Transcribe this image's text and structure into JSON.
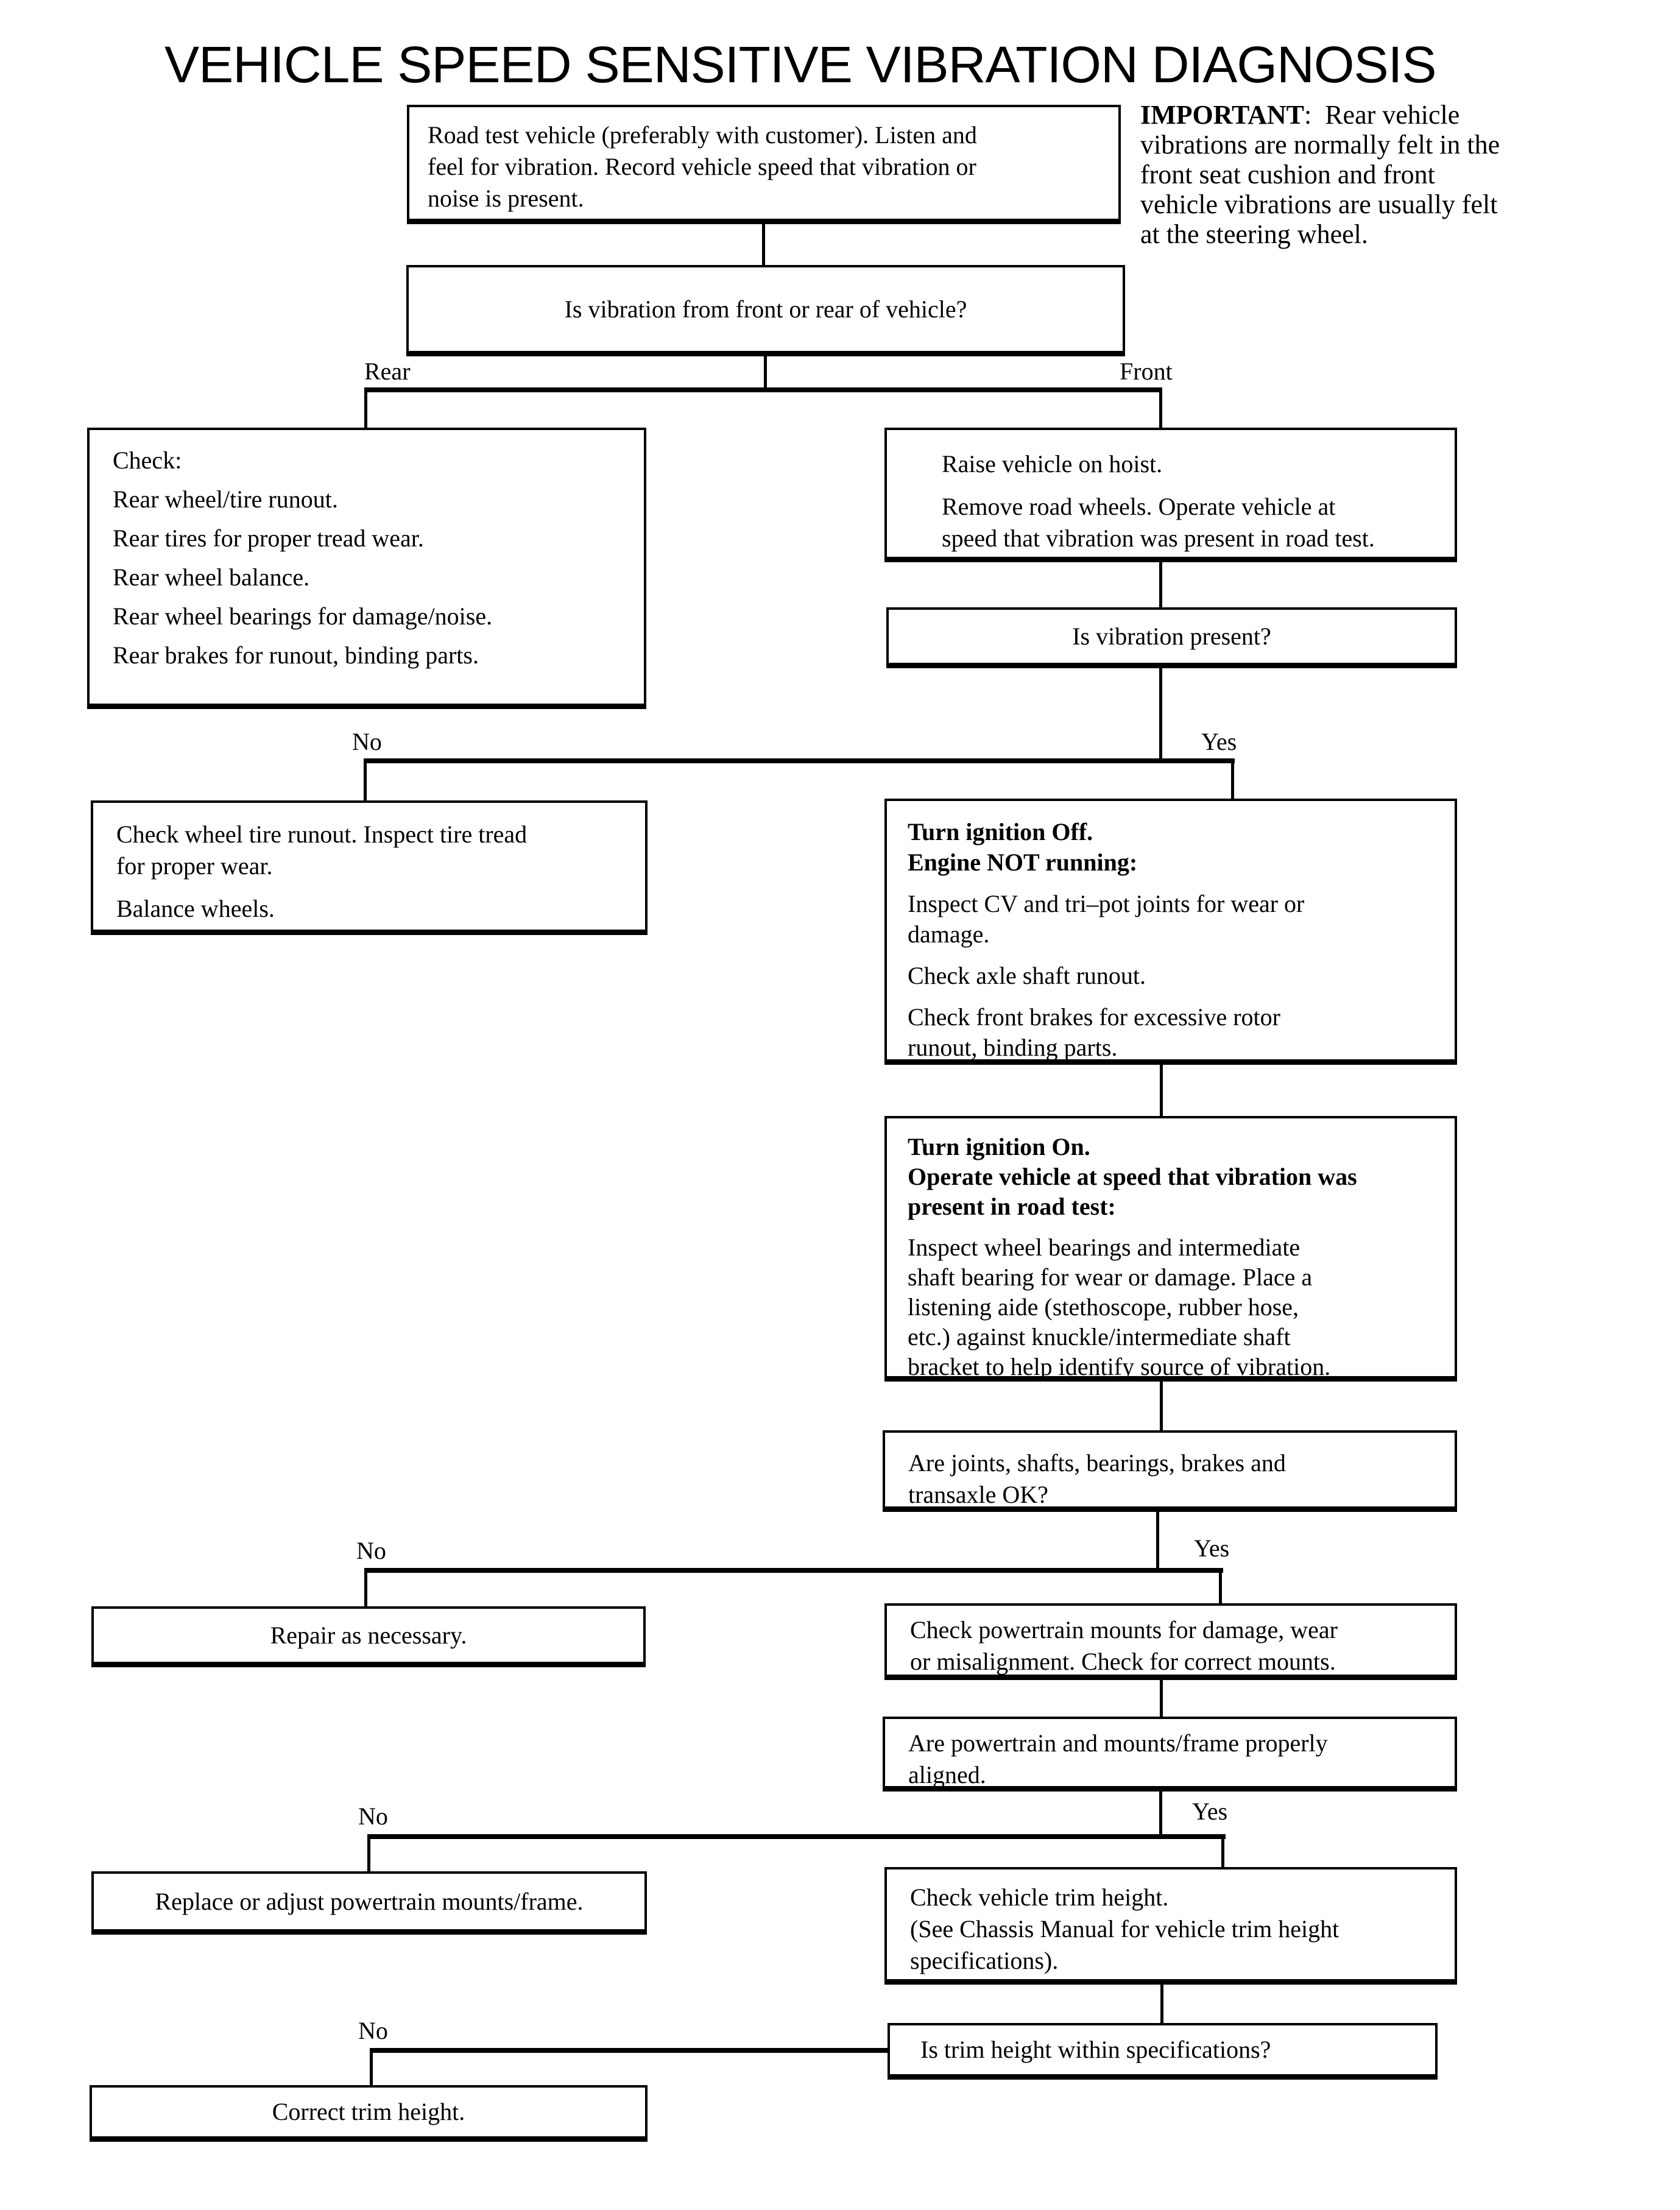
{
  "title": "VEHICLE SPEED SENSITIVE VIBRATION DIAGNOSIS",
  "important": {
    "label": "IMPORTANT",
    "first_rest": ":  Rear vehicle",
    "lines": [
      "vibrations are normally felt in the",
      "front seat cushion and front",
      "vehicle vibrations are usually felt",
      "at the steering wheel."
    ]
  },
  "labels": {
    "rear": "Rear",
    "front": "Front",
    "no": "No",
    "yes": "Yes"
  },
  "nodes": {
    "road_test": {
      "lines": [
        "Road test vehicle (preferably with customer). Listen and",
        "feel for vibration. Record vehicle speed that vibration or",
        "noise is present."
      ]
    },
    "front_or_rear": {
      "text": "Is vibration from front or rear of vehicle?"
    },
    "check_rear": {
      "lines": [
        "Check:",
        "Rear wheel/tire runout.",
        "Rear tires for proper tread wear.",
        "Rear wheel balance.",
        "Rear wheel bearings for damage/noise.",
        "Rear brakes for runout, binding parts."
      ]
    },
    "raise_hoist": {
      "line1": "Raise vehicle on hoist.",
      "para2": [
        "Remove road wheels. Operate vehicle at",
        "speed that vibration was present in road test."
      ]
    },
    "vibration_present": {
      "text": "Is vibration present?"
    },
    "check_wheel_tire": {
      "para1": [
        "Check wheel tire runout. Inspect tire tread",
        "for proper wear."
      ],
      "para2": "Balance wheels."
    },
    "ignition_off": {
      "bold": [
        "Turn ignition Off.",
        "Engine NOT running:"
      ],
      "para1": [
        "Inspect CV and tri–pot joints for wear or",
        "damage."
      ],
      "para2": "Check axle shaft runout.",
      "para3": [
        "Check front brakes for excessive rotor",
        "runout, binding parts."
      ]
    },
    "ignition_on": {
      "bold": [
        "Turn ignition On.",
        "Operate vehicle at speed that vibration was",
        "present in road test:"
      ],
      "para1": [
        "Inspect wheel bearings and intermediate",
        "shaft bearing for wear or damage. Place a",
        "listening aide (stethoscope, rubber hose,",
        "etc.) against knuckle/intermediate shaft",
        "bracket to help identify source of vibration."
      ]
    },
    "joints_ok": {
      "lines": [
        "Are joints, shafts, bearings, brakes and",
        "transaxle OK?"
      ]
    },
    "repair": {
      "text": "Repair as necessary."
    },
    "check_mounts": {
      "lines": [
        "Check powertrain mounts for damage, wear",
        "or misalignment. Check for correct mounts."
      ]
    },
    "mounts_aligned": {
      "lines": [
        "Are powertrain and mounts/frame properly",
        "aligned."
      ]
    },
    "replace_mounts": {
      "text": "Replace or adjust powertrain mounts/frame."
    },
    "check_trim": {
      "lines": [
        "Check vehicle trim height.",
        "(See Chassis Manual for vehicle trim height",
        "specifications)."
      ]
    },
    "trim_within": {
      "text": "Is trim height within specifications?"
    },
    "correct_trim": {
      "text": "Correct trim height."
    }
  }
}
